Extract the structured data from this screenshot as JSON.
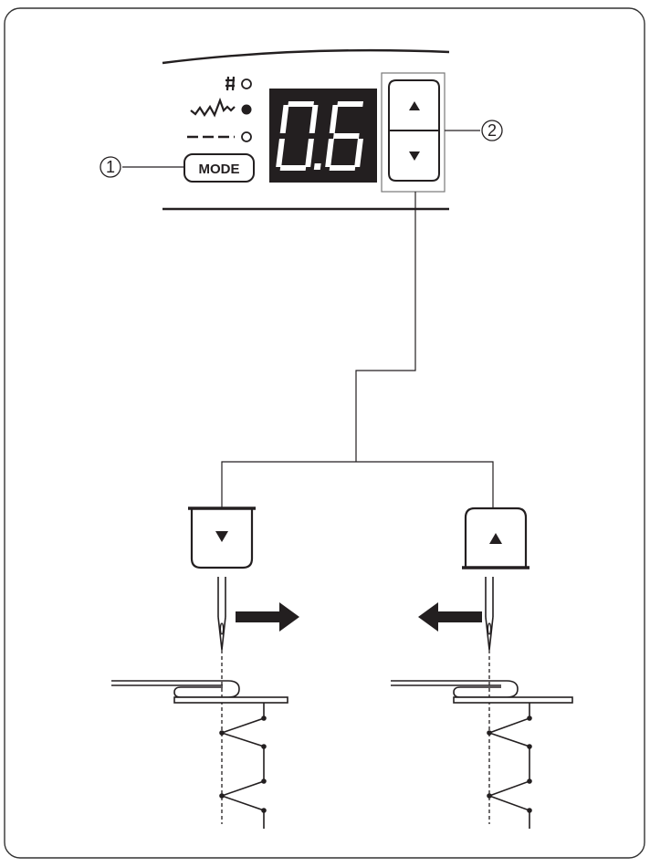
{
  "panel": {
    "mode_button_label": "MODE",
    "display_value": "0.6",
    "mode_indicators": [
      {
        "symbol": "#",
        "state": "off"
      },
      {
        "symbol": "zigzag",
        "state": "on"
      },
      {
        "symbol": "dashed",
        "state": "off"
      }
    ]
  },
  "callouts": {
    "mode_button": "1",
    "adjust_buttons": "2"
  },
  "examples": [
    {
      "button": "down",
      "button_glyph": "▼",
      "needle_move": "right"
    },
    {
      "button": "up",
      "button_glyph": "▲",
      "needle_move": "left"
    }
  ],
  "colors": {
    "ink": "#231f20",
    "display_bg": "#231f20",
    "display_digits": "#ffffff",
    "frame": "#333333"
  },
  "icons": {
    "up": "triangle-up-icon",
    "down": "triangle-down-icon",
    "right_arrow": "arrow-right-icon",
    "left_arrow": "arrow-left-icon"
  }
}
